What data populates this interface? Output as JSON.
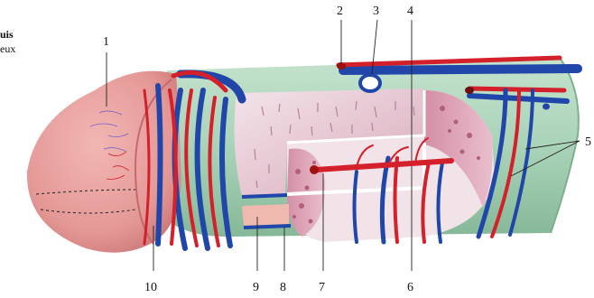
{
  "corner_text": {
    "line1": "uis",
    "line2": "eux"
  },
  "labels": [
    {
      "id": "label-1",
      "text": "1"
    },
    {
      "id": "label-2",
      "text": "2"
    },
    {
      "id": "label-3",
      "text": "3"
    },
    {
      "id": "label-4",
      "text": "4"
    },
    {
      "id": "label-5",
      "text": "5"
    },
    {
      "id": "label-6",
      "text": "6"
    },
    {
      "id": "label-7",
      "text": "7"
    },
    {
      "id": "label-8",
      "text": "8"
    },
    {
      "id": "label-9",
      "text": "9"
    },
    {
      "id": "label-10",
      "text": "10"
    }
  ],
  "colors": {
    "shaft_green": "#a9d3b8",
    "shaft_green_dark": "#8fc1a2",
    "glans_pink": "#e59a98",
    "glans_shade": "#cf7c7d",
    "tissue_pink": "#d9a6b8",
    "tissue_light": "#efd9e2",
    "artery_red": "#d4202a",
    "vein_blue": "#1f46a8"
  }
}
